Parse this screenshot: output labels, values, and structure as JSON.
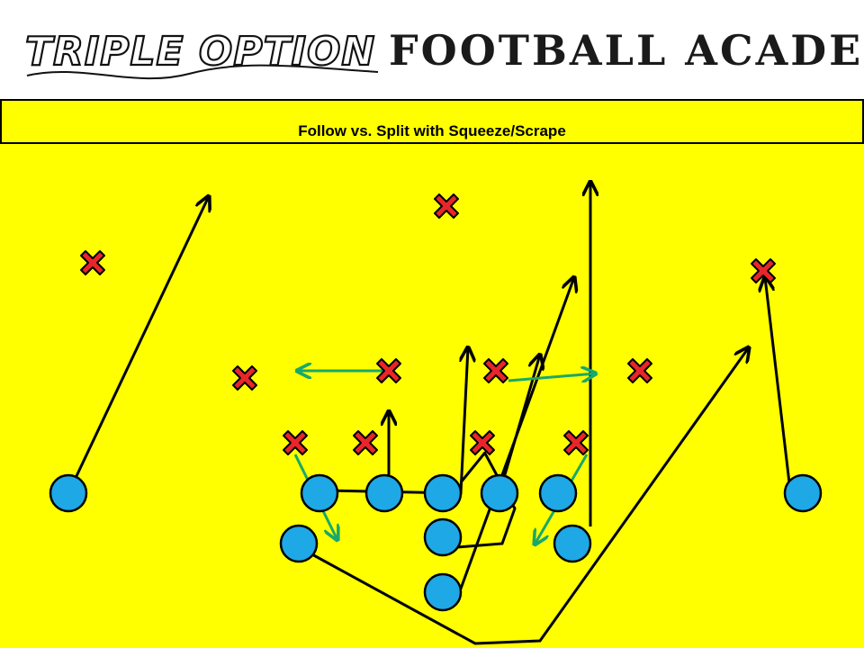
{
  "brand": {
    "left_text": "TRIPLE OPTION",
    "right_text": "FOOTBALL ACADEMY"
  },
  "play": {
    "title": "Follow vs. Split with Squeeze/Scrape"
  },
  "colors": {
    "field": "#ffff00",
    "offense_fill": "#1ea8e6",
    "defense_fill": "#e8262a",
    "route_line": "#000000",
    "defender_path": "#1aa86a"
  },
  "legend": {
    "offense_symbol": "circle",
    "defense_symbol": "x-mark"
  }
}
